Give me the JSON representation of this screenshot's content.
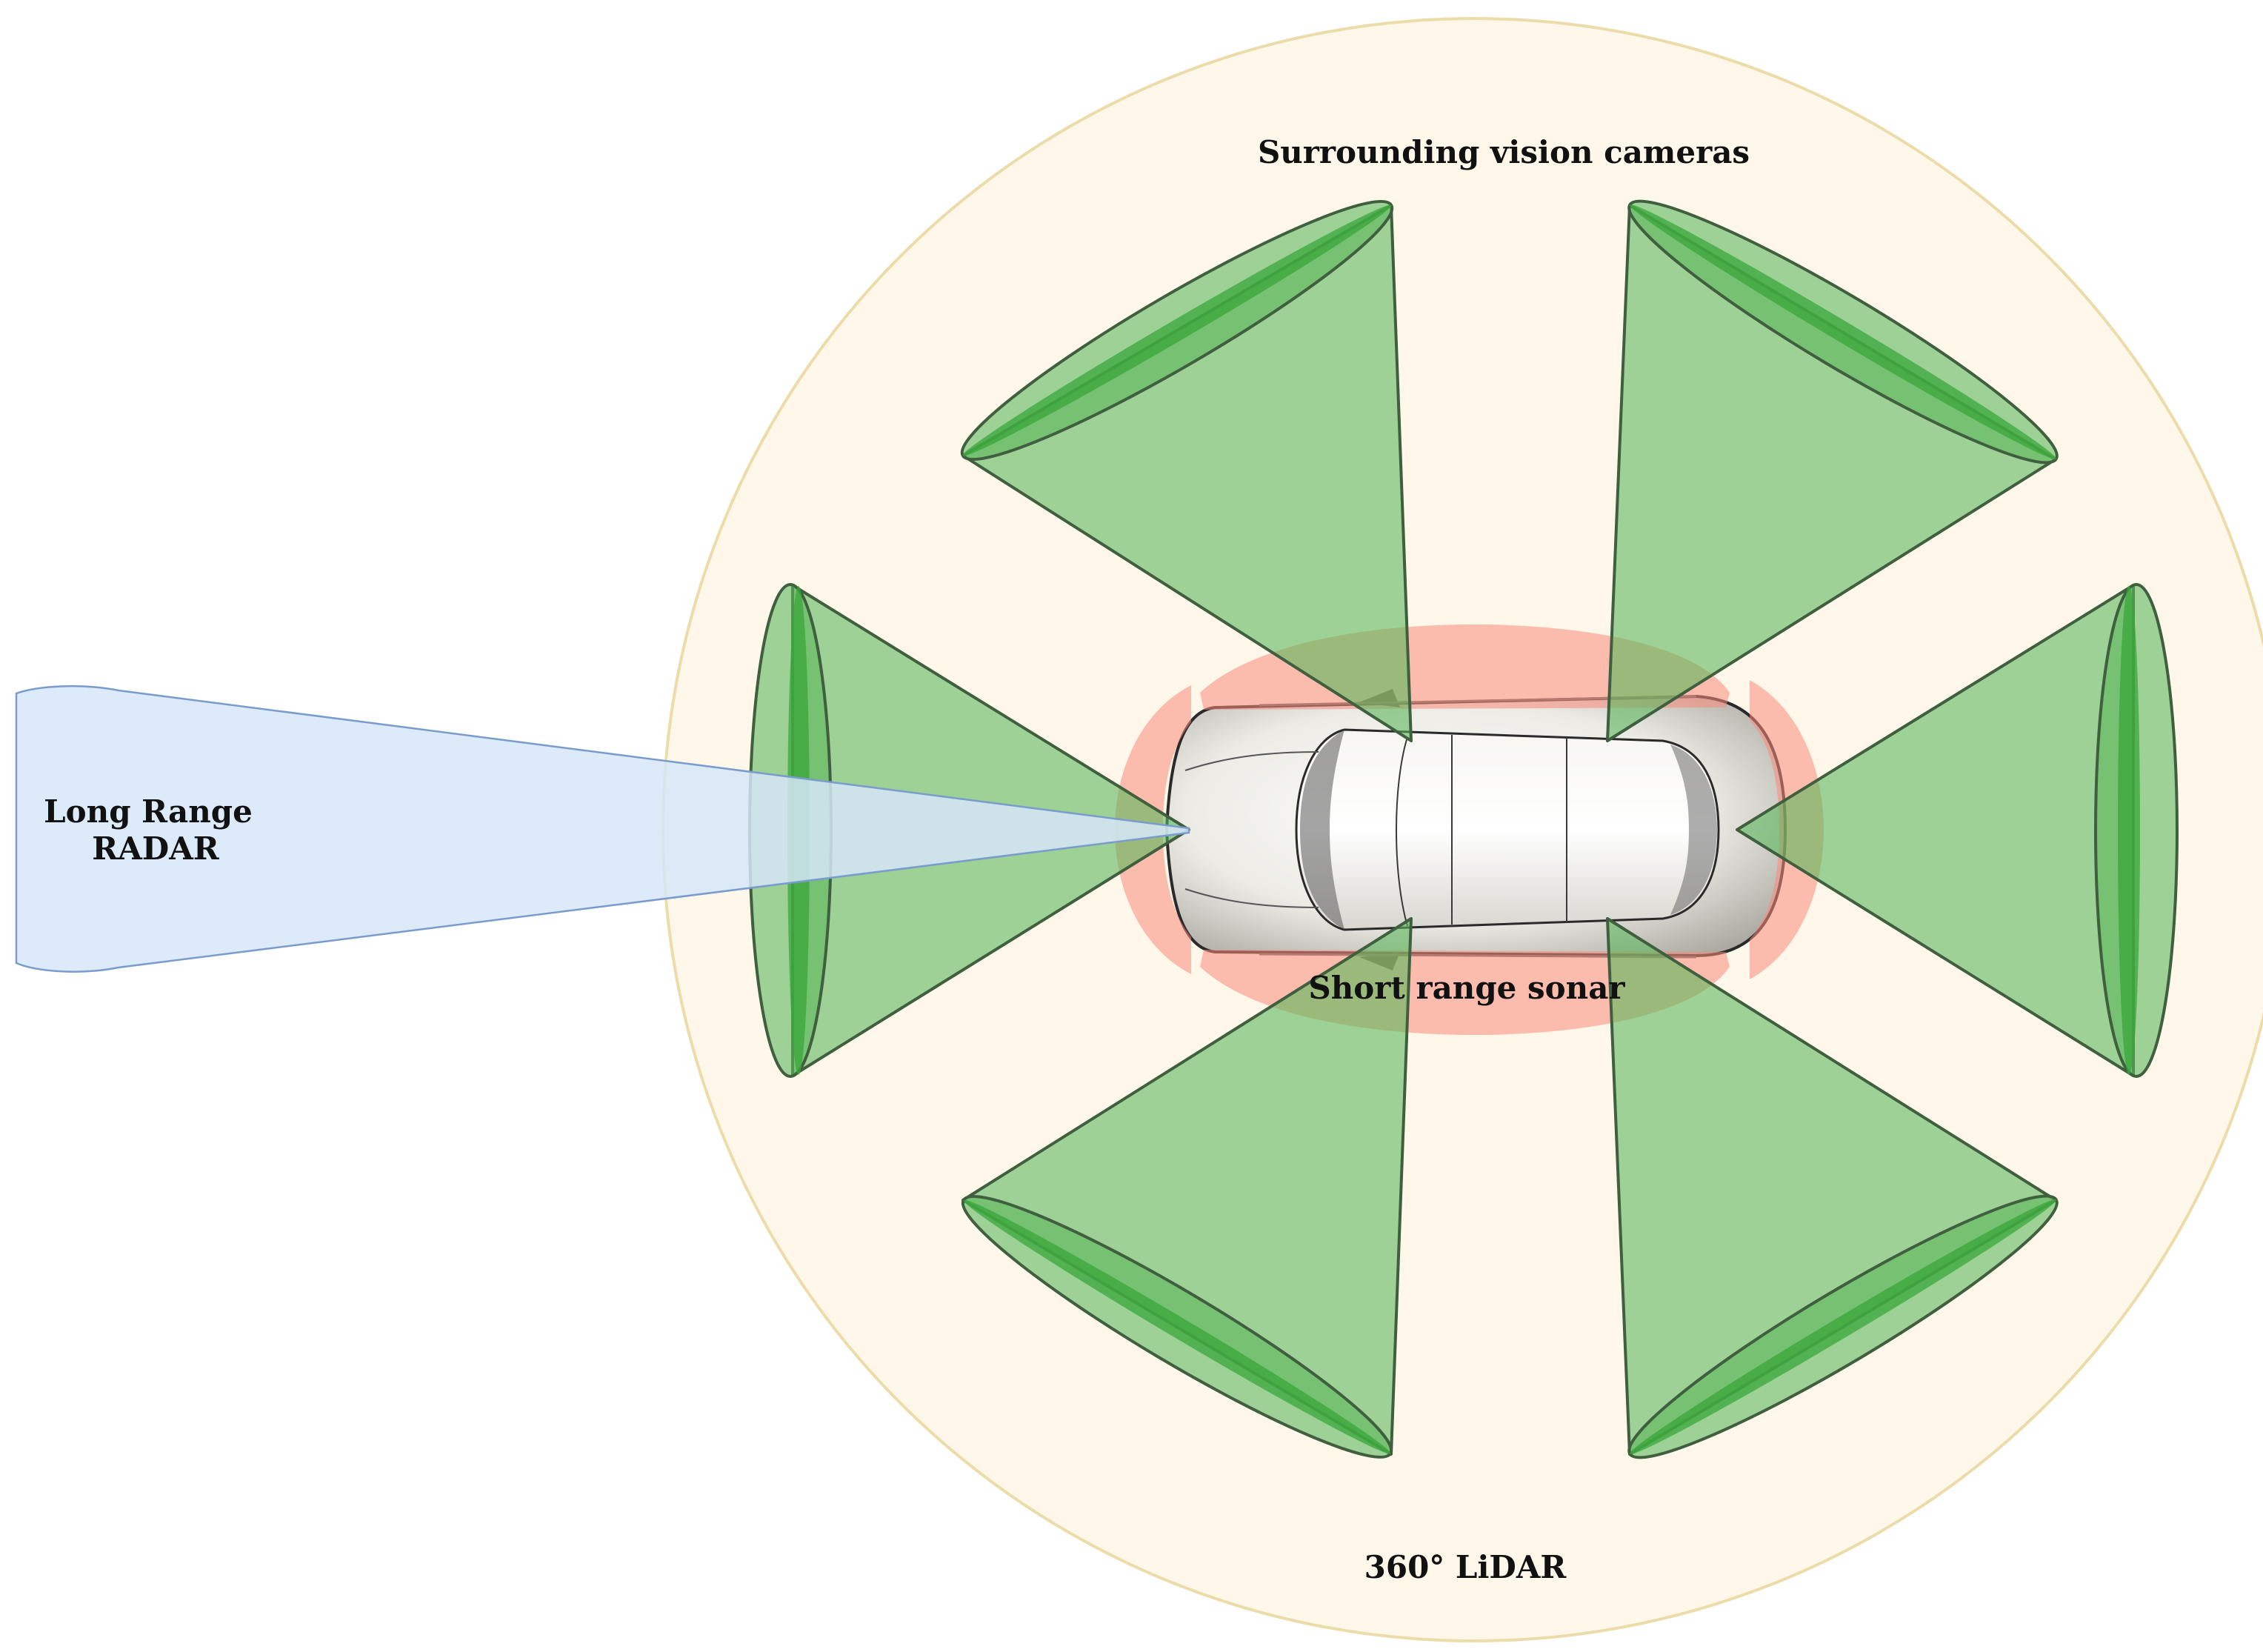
{
  "labels": {
    "cameras": "Surrounding vision cameras",
    "radar_line1": "Long Range",
    "radar_line2": "RADAR",
    "sonar": "Short range sonar",
    "lidar": "360° LiDAR"
  },
  "icons": {
    "vehicle": "car-top-view-icon"
  },
  "colors": {
    "lidar_fill": "#fff8ea",
    "lidar_stroke": "#ecdcaa",
    "camera_fill": "#5cb85c",
    "camera_dark": "#3aa63a",
    "camera_stroke": "#3f5f3f",
    "sonar_fill": "#f98b7a",
    "radar_fill": "#d6e6f8",
    "radar_stroke": "#7a9ccc",
    "car_body": "#f2f0ea",
    "car_outline": "#2a2a2a"
  }
}
